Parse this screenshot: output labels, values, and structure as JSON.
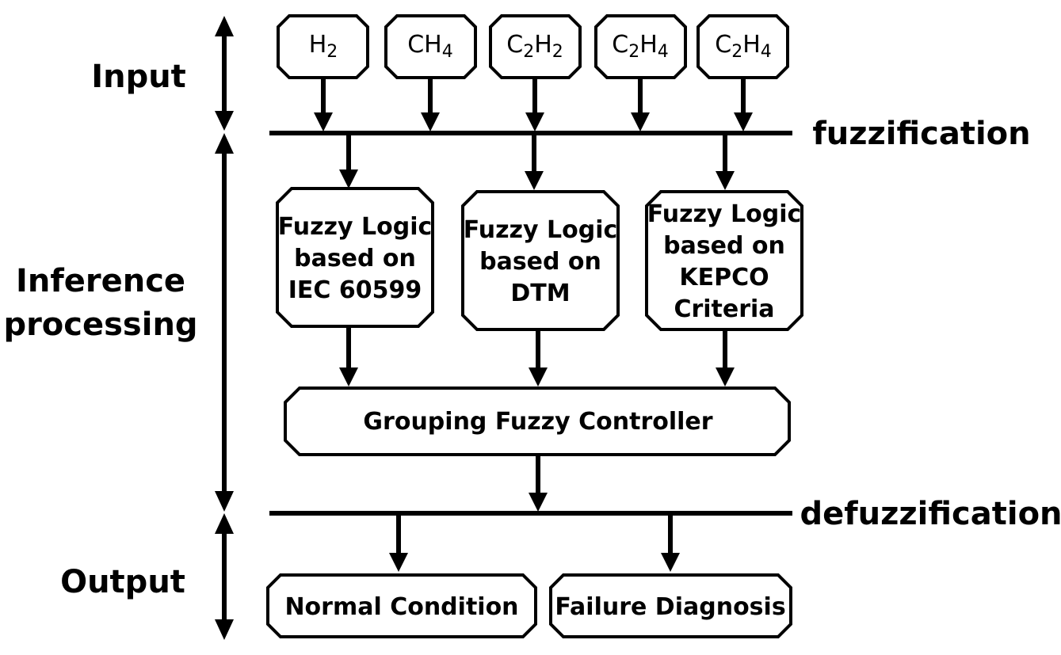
{
  "stages": {
    "input": "Input",
    "inference": [
      "Inference",
      "processing"
    ],
    "output": "Output"
  },
  "bus_labels": {
    "fuzzification": "fuzzification",
    "defuzzification": "defuzzification"
  },
  "inputs": [
    {
      "base": "H",
      "sub": "2"
    },
    {
      "base": "CH",
      "sub": "4"
    },
    {
      "parts": [
        {
          "t": "C"
        },
        {
          "t": "2",
          "sub": true
        },
        {
          "t": "H"
        },
        {
          "t": "2",
          "sub": true
        }
      ]
    },
    {
      "parts": [
        {
          "t": "C"
        },
        {
          "t": "2",
          "sub": true
        },
        {
          "t": "H"
        },
        {
          "t": "4",
          "sub": true
        }
      ]
    },
    {
      "parts": [
        {
          "t": "C"
        },
        {
          "t": "2",
          "sub": true
        },
        {
          "t": "H"
        },
        {
          "t": "4",
          "sub": true
        }
      ]
    }
  ],
  "inference_blocks": [
    [
      "Fuzzy Logic",
      "based on",
      "IEC 60599"
    ],
    [
      "Fuzzy Logic",
      "based on",
      "DTM"
    ],
    [
      "Fuzzy Logic",
      "based on",
      "KEPCO",
      "Criteria"
    ]
  ],
  "controller": "Grouping Fuzzy Controller",
  "outputs": [
    "Normal Condition",
    "Failure Diagnosis"
  ]
}
